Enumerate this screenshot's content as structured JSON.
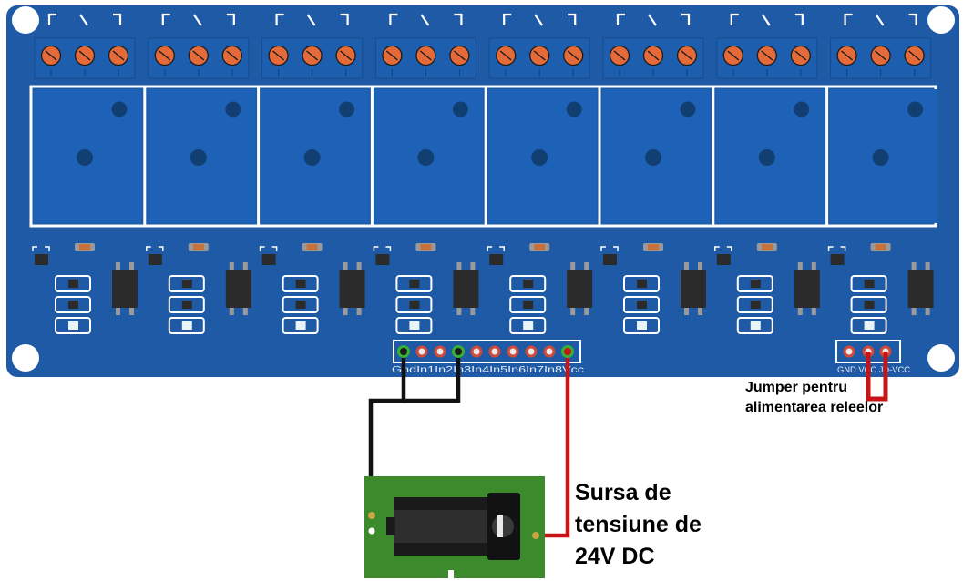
{
  "board": {
    "relay_count": 8,
    "input_header_pins": [
      "Gnd",
      "In1",
      "In2",
      "In3",
      "In4",
      "In5",
      "In6",
      "In7",
      "In8",
      "Vcc"
    ],
    "jumper_header_pins": [
      "GND",
      "VCC",
      "JD-VCC"
    ]
  },
  "annotations": {
    "jumper_note": [
      "Jumper pentru",
      "alimentarea releelor"
    ],
    "source_note": [
      "Sursa de",
      "tensiune de",
      "24V DC"
    ]
  },
  "colors": {
    "board": "#1f5aa6",
    "relay_body": "#1d62b6",
    "terminal_block": "#1d5fae",
    "screw": "#e46a3a",
    "ic": "#2b2b2b",
    "wire_red": "#c81414",
    "wire_black": "#111111",
    "pcb_green": "#3b8a2c",
    "jack": "#1a1a1a"
  }
}
